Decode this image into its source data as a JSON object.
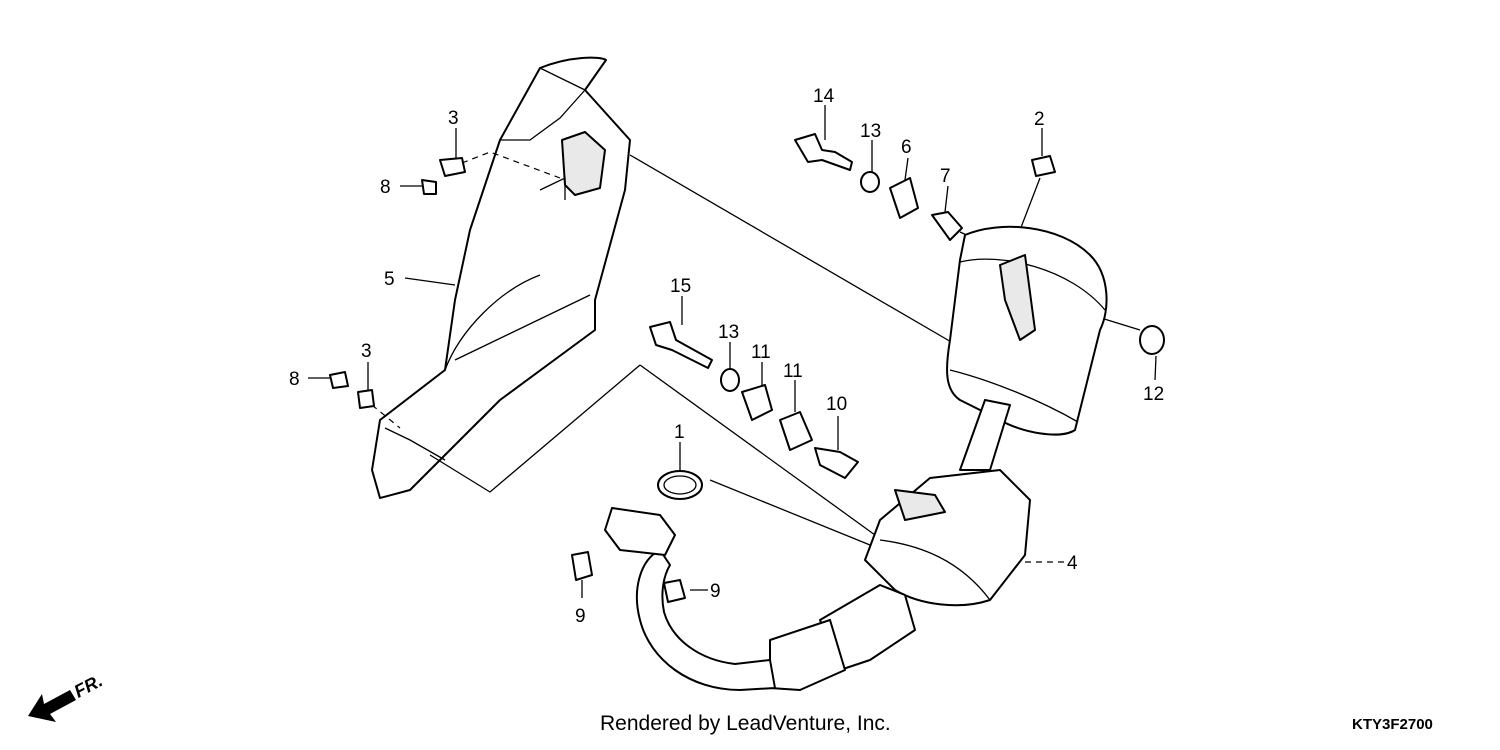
{
  "diagram": {
    "callouts": [
      {
        "id": "c1",
        "label": "1"
      },
      {
        "id": "c2",
        "label": "2"
      },
      {
        "id": "c3a",
        "label": "3"
      },
      {
        "id": "c3b",
        "label": "3"
      },
      {
        "id": "c4",
        "label": "4"
      },
      {
        "id": "c5",
        "label": "5"
      },
      {
        "id": "c6",
        "label": "6"
      },
      {
        "id": "c7",
        "label": "7"
      },
      {
        "id": "c8a",
        "label": "8"
      },
      {
        "id": "c8b",
        "label": "8"
      },
      {
        "id": "c9a",
        "label": "9"
      },
      {
        "id": "c9b",
        "label": "9"
      },
      {
        "id": "c10",
        "label": "10"
      },
      {
        "id": "c11a",
        "label": "11"
      },
      {
        "id": "c11b",
        "label": "11"
      },
      {
        "id": "c12",
        "label": "12"
      },
      {
        "id": "c13a",
        "label": "13"
      },
      {
        "id": "c13b",
        "label": "13"
      },
      {
        "id": "c14",
        "label": "14"
      },
      {
        "id": "c15",
        "label": "15"
      }
    ],
    "direction_label": "FR.",
    "direction_icon": "front-direction-arrow-icon"
  },
  "footer": {
    "credit": "Rendered by LeadVenture, Inc.",
    "drawing_code": "KTY3F2700"
  }
}
